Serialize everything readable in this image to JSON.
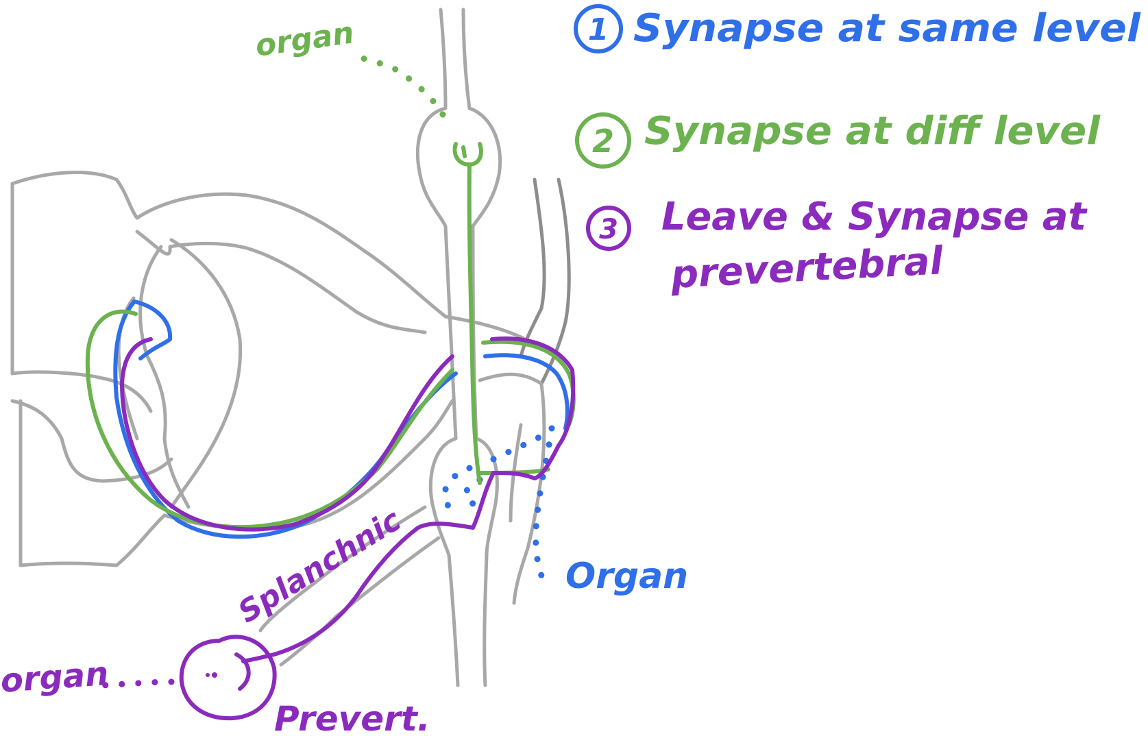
{
  "colors": {
    "blue": "#2f6fe8",
    "green": "#6cb24f",
    "purple": "#8a2bbd",
    "anatomy": "#a8a8a8"
  },
  "legend": {
    "item1": {
      "number": "1",
      "text": "Synapse at same level"
    },
    "item2": {
      "number": "2",
      "text": "Synapse at diff level"
    },
    "item3": {
      "number": "3",
      "line1": "Leave & Synapse at",
      "line2": "prevertebral"
    }
  },
  "labels": {
    "organ_green": "organ",
    "organ_blue": "Organ",
    "organ_purple": "organ",
    "splanchnic": "Splanchnic",
    "prevert": "Prevert."
  }
}
